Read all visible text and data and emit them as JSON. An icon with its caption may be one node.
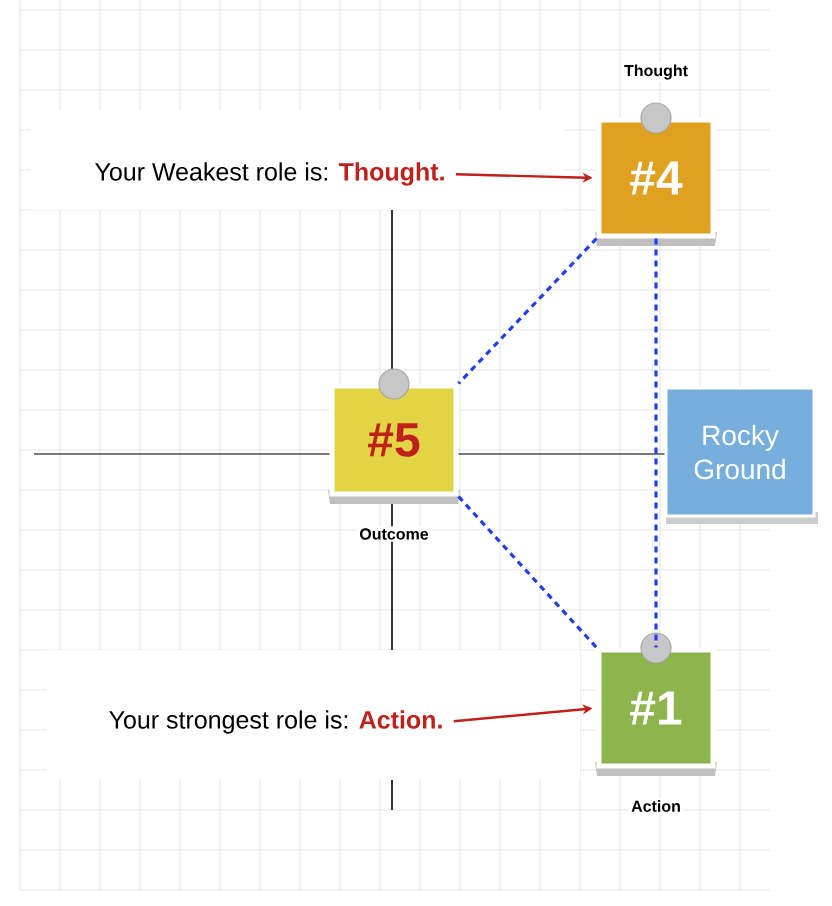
{
  "diagram": {
    "nodes": [
      {
        "text": [
          "#4"
        ],
        "beside": [
          "Thought"
        ]
      },
      {
        "text": [
          "#5"
        ],
        "beside": [
          "Outcome"
        ]
      },
      {
        "text": [
          "Rocky Ground"
        ]
      },
      {
        "text": [
          "#1"
        ],
        "beside": [
          "Action"
        ]
      },
      {
        "text": [
          "Your Weakest role is: **Thought.**"
        ]
      },
      {
        "text": [
          "Your strongest role is: **Action.**"
        ]
      }
    ],
    "edges": [
      {
        "from": 0,
        "to": 1,
        "arrow": "none",
        "style": "dashed"
      },
      {
        "from": 0,
        "to": 3,
        "arrow": "none",
        "style": "dashed"
      },
      {
        "from": 1,
        "to": 3,
        "arrow": "none",
        "style": "dashed"
      },
      {
        "from": 4,
        "to": 0,
        "arrow": "to",
        "color": "#c0201a"
      },
      {
        "from": 5,
        "to": 3,
        "arrow": "to",
        "color": "#c0201a"
      }
    ]
  }
}
